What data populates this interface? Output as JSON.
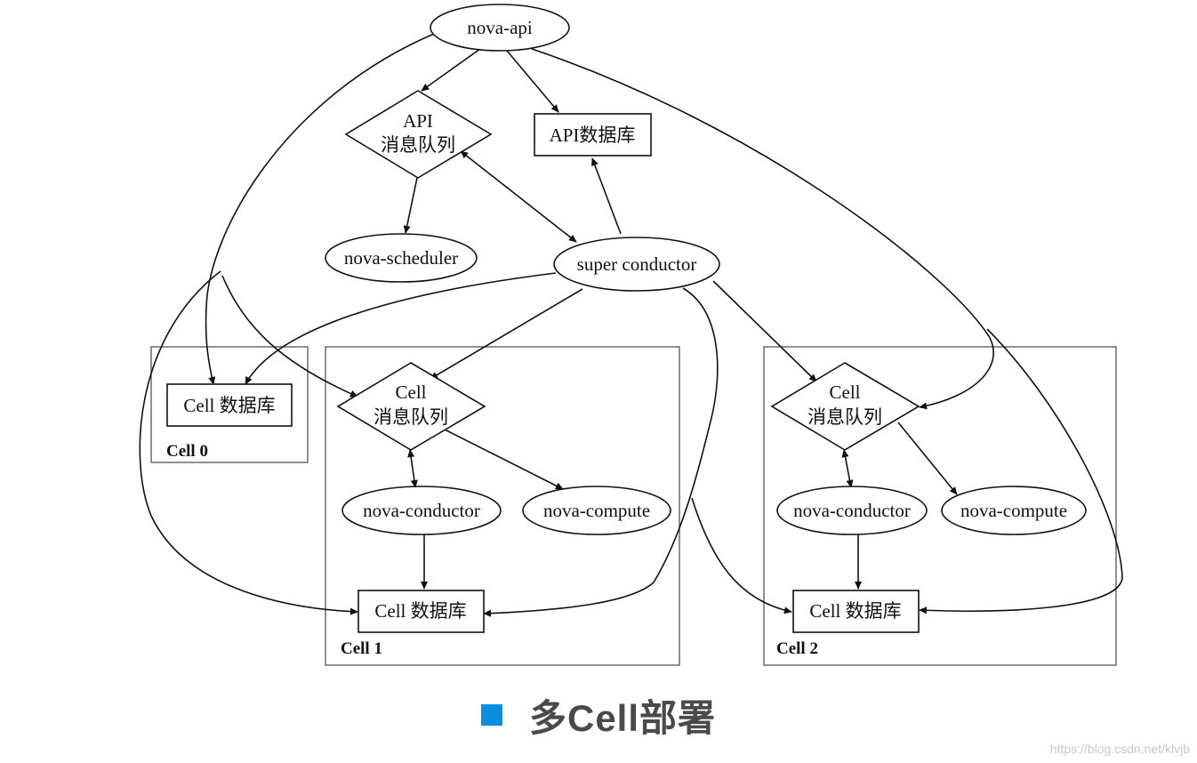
{
  "diagram": {
    "nodes": {
      "nova_api": "nova-api",
      "api_mq_line1": "API",
      "api_mq_line2": "消息队列",
      "api_db": "API数据库",
      "nova_scheduler": "nova-scheduler",
      "super_conductor": "super conductor",
      "cell0_db": "Cell 数据库",
      "cell1_mq_line1": "Cell",
      "cell1_mq_line2": "消息队列",
      "cell1_conductor": "nova-conductor",
      "cell1_compute": "nova-compute",
      "cell1_db": "Cell 数据库",
      "cell2_mq_line1": "Cell",
      "cell2_mq_line2": "消息队列",
      "cell2_conductor": "nova-conductor",
      "cell2_compute": "nova-compute",
      "cell2_db": "Cell 数据库"
    },
    "clusters": {
      "cell0": "Cell 0",
      "cell1": "Cell 1",
      "cell2": "Cell 2"
    }
  },
  "caption": {
    "text": "多Cell部署",
    "accent_color": "#0a8fe0"
  },
  "watermark": "https://blog.csdn.net/klvjb"
}
